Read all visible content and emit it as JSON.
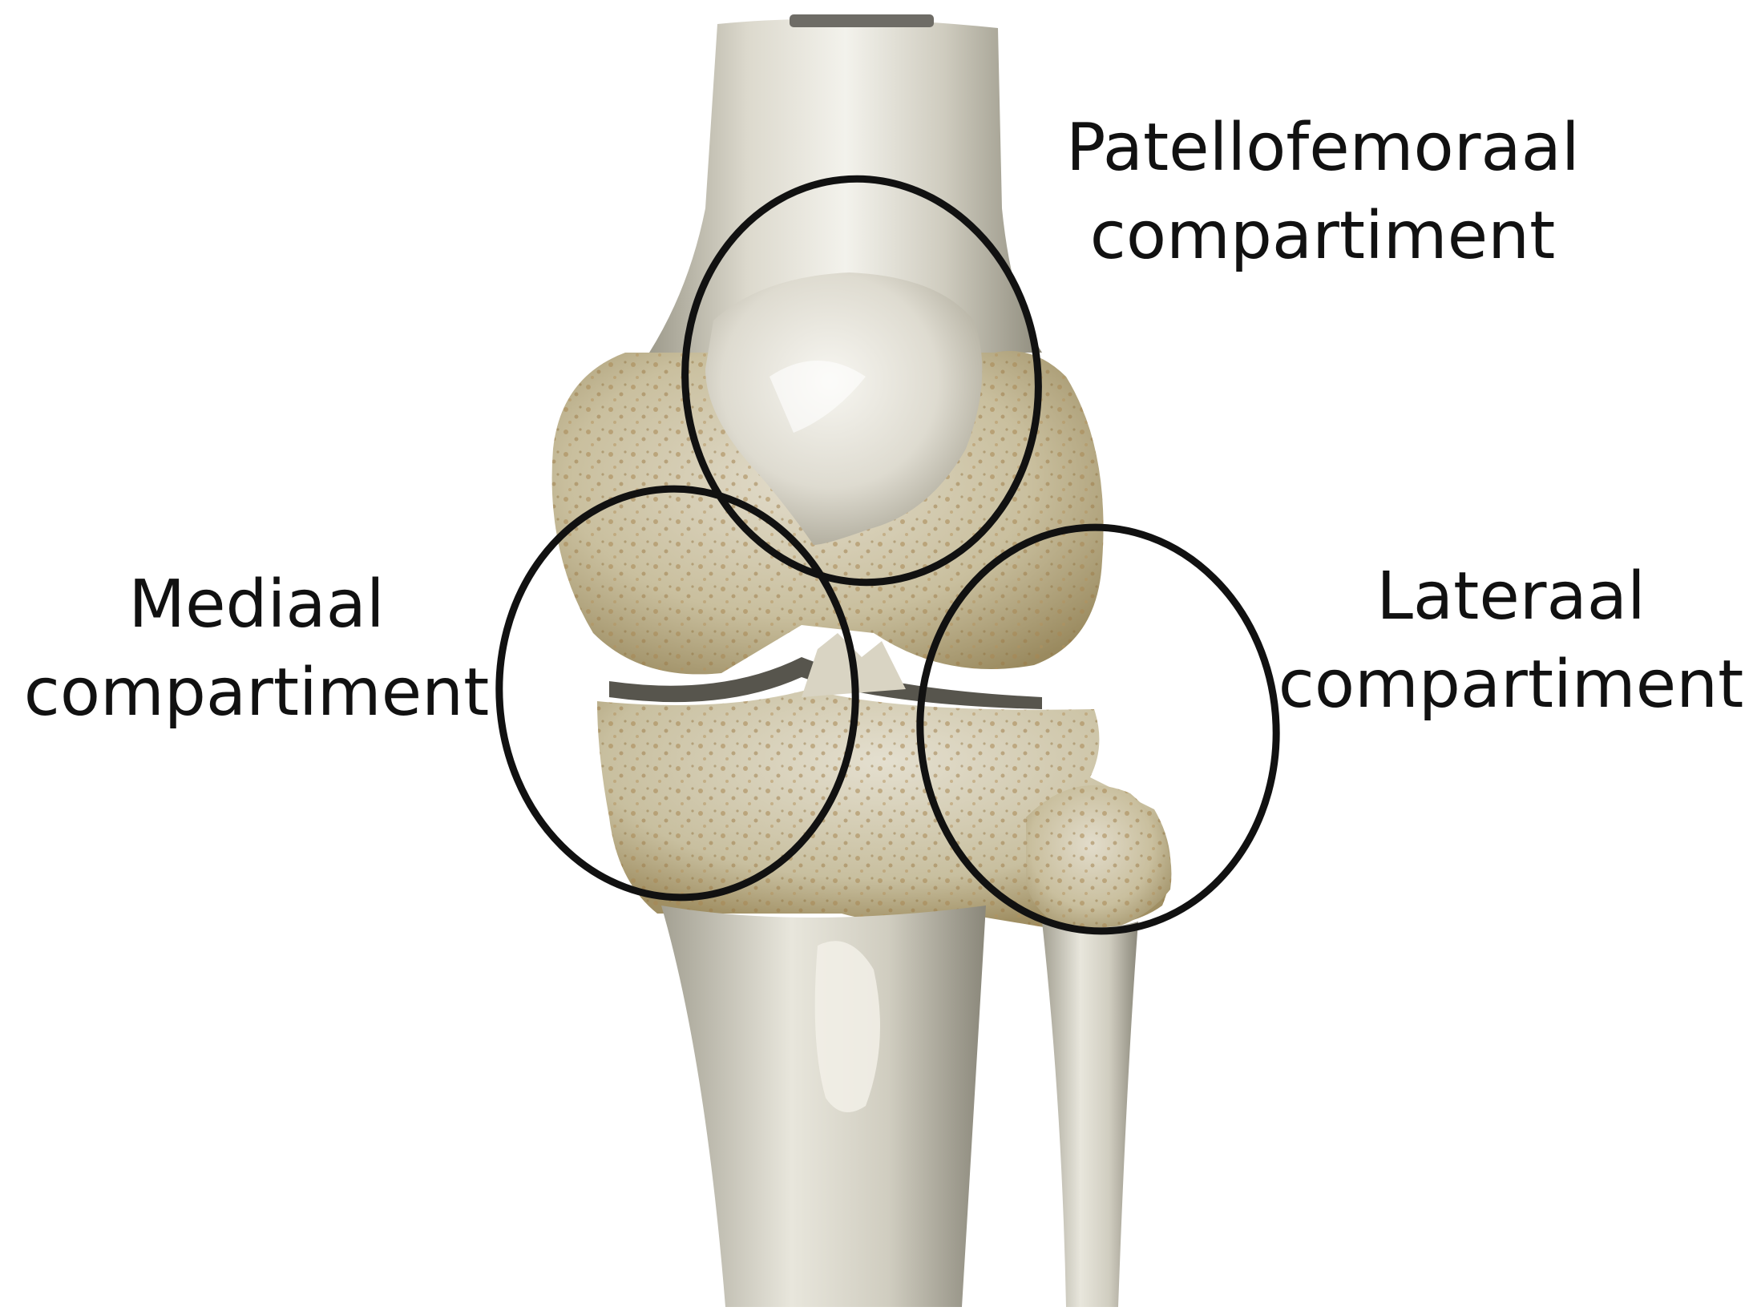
{
  "labels": {
    "patellofemoral": {
      "line1": "Patellofemoraal",
      "line2": "compartiment"
    },
    "medial": {
      "line1": "Mediaal",
      "line2": "compartiment"
    },
    "lateral": {
      "line1": "Lateraal",
      "line2": "compartiment"
    }
  },
  "colors": {
    "bone_light": "#e6e4da",
    "bone_mid": "#c9c6b6",
    "bone_shadow": "#8e8b7c",
    "trabecular": "#a88752",
    "circle": "#111111",
    "text": "#111111",
    "background": "#ffffff"
  },
  "icons": [
    "knee-joint-illustration",
    "highlight-circle"
  ]
}
